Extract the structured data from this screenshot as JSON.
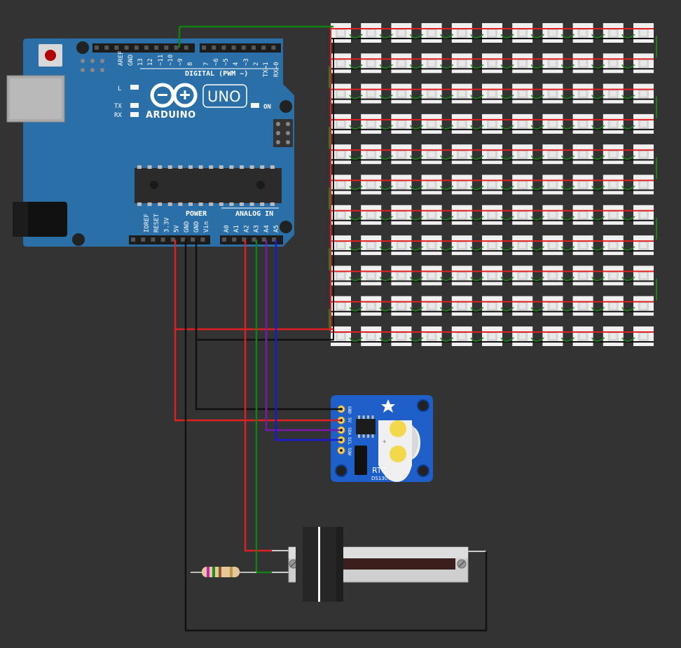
{
  "arduino": {
    "brand": "ARDUINO",
    "model": "UNO",
    "digital_header_title": "DIGITAL (PWM ~)",
    "digital_pins": [
      "AREF",
      "GND",
      "13",
      "12",
      "~11",
      "~10",
      "~9",
      "8",
      "7",
      "~6",
      "~5",
      "4",
      "~3",
      "2",
      "TX→1",
      "RX←0"
    ],
    "power_header_title": "POWER",
    "power_pins": [
      "IOREF",
      "RESET",
      "3.3V",
      "5V",
      "GND",
      "GND",
      "Vin"
    ],
    "analog_header_title": "ANALOG IN",
    "analog_pins": [
      "A0",
      "A1",
      "A2",
      "A3",
      "A4",
      "A5"
    ],
    "led_labels": {
      "l": "L",
      "tx": "TX",
      "rx": "RX",
      "on": "ON"
    },
    "board_color": "#2a6fa8"
  },
  "led_matrix": {
    "rows": 11,
    "cols": 11,
    "wire_colors": {
      "vcc": "#e02020",
      "gnd": "#111111",
      "data": "#1a8a1a"
    }
  },
  "rtc_module": {
    "title": "RTC",
    "chip": "DS1307",
    "pins": [
      "GND",
      "5V",
      "SDA",
      "SCL",
      "SQW"
    ],
    "board_color": "#1e5fc9"
  },
  "wire_colors": {
    "red": "#e02020",
    "black": "#111111",
    "green": "#138013",
    "purple": "#7a1aa8",
    "blue": "#1a1ad6"
  }
}
